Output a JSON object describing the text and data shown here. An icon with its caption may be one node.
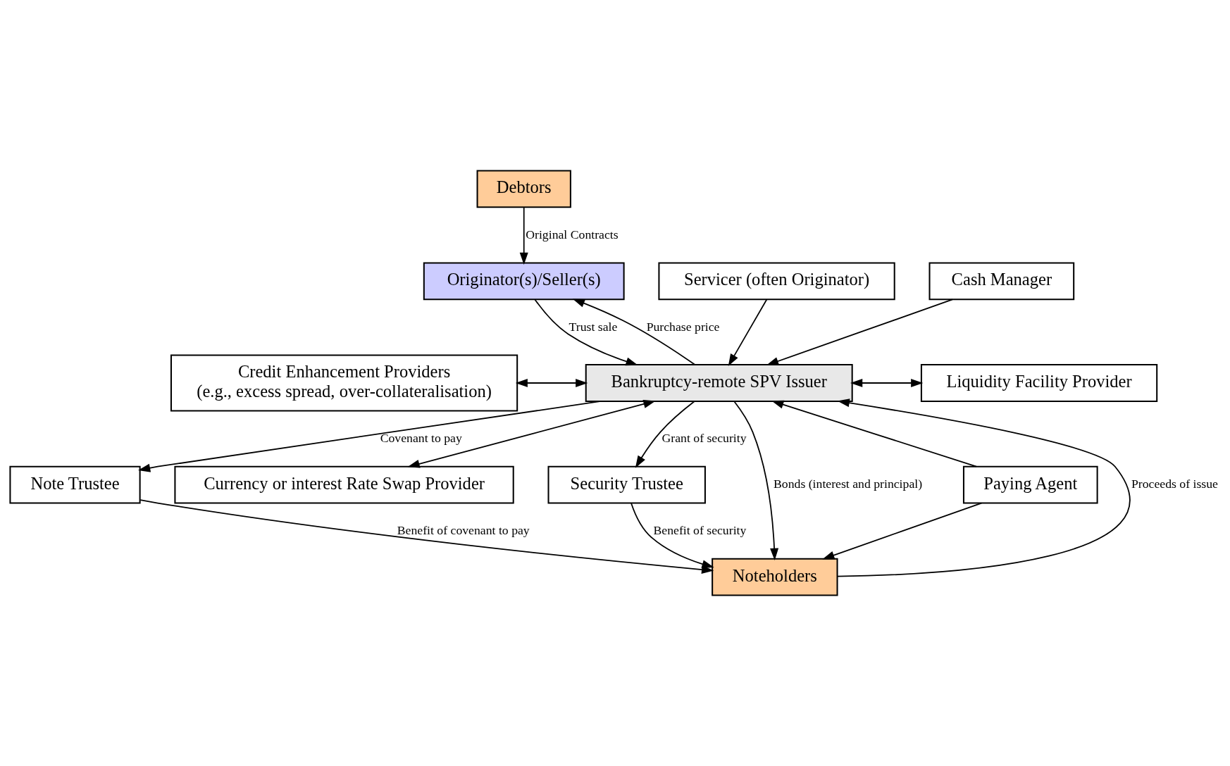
{
  "diagram": {
    "nodes": [
      {
        "text": [
          "Debtors"
        ]
      },
      {
        "text": [
          "Originator(s)/Seller(s)"
        ]
      },
      {
        "text": [
          "Servicer (often Originator)"
        ]
      },
      {
        "text": [
          "Cash Manager"
        ]
      },
      {
        "text": [
          "Credit Enhancement Providers",
          "(e.g., excess spread, over-collateralisation)"
        ]
      },
      {
        "text": [
          "Bankruptcy-remote SPV Issuer"
        ]
      },
      {
        "text": [
          "Liquidity Facility Provider"
        ]
      },
      {
        "text": [
          "Note Trustee"
        ]
      },
      {
        "text": [
          "Paying Agent"
        ]
      },
      {
        "text": [
          "Currency or interest Rate Swap Provider"
        ]
      },
      {
        "text": [
          "Security Trustee"
        ]
      },
      {
        "text": [
          "Noteholders"
        ]
      }
    ],
    "edges": [
      {
        "from": 0,
        "to": 1,
        "arrow": "to",
        "label": "Original Contracts"
      },
      {
        "from": 1,
        "to": 5,
        "arrow": "to",
        "label": "Trust sale"
      },
      {
        "from": 5,
        "to": 1,
        "arrow": "to",
        "label": "Purchase price"
      },
      {
        "from": 2,
        "to": 5,
        "arrow": "to"
      },
      {
        "from": 3,
        "to": 5,
        "arrow": "to"
      },
      {
        "from": 4,
        "to": 5,
        "arrow": "both"
      },
      {
        "from": 5,
        "to": 6,
        "arrow": "both"
      },
      {
        "from": 5,
        "to": 9,
        "arrow": "both"
      },
      {
        "from": 8,
        "to": 5,
        "arrow": "to"
      },
      {
        "from": 5,
        "to": 7,
        "arrow": "to",
        "label": "Covenant to pay"
      },
      {
        "from": 5,
        "to": 10,
        "arrow": "to",
        "label": "Grant of security"
      },
      {
        "from": 10,
        "to": 11,
        "arrow": "to",
        "label": "Benefit of security"
      },
      {
        "from": 7,
        "to": 11,
        "arrow": "to",
        "label": "Benefit of covenant to pay"
      },
      {
        "from": 11,
        "to": 5,
        "arrow": "to",
        "label": "Proceeds of issue"
      },
      {
        "from": 5,
        "to": 11,
        "arrow": "to",
        "label": "Bonds (interest and principal)"
      },
      {
        "from": 8,
        "to": 11,
        "arrow": "to"
      }
    ]
  }
}
